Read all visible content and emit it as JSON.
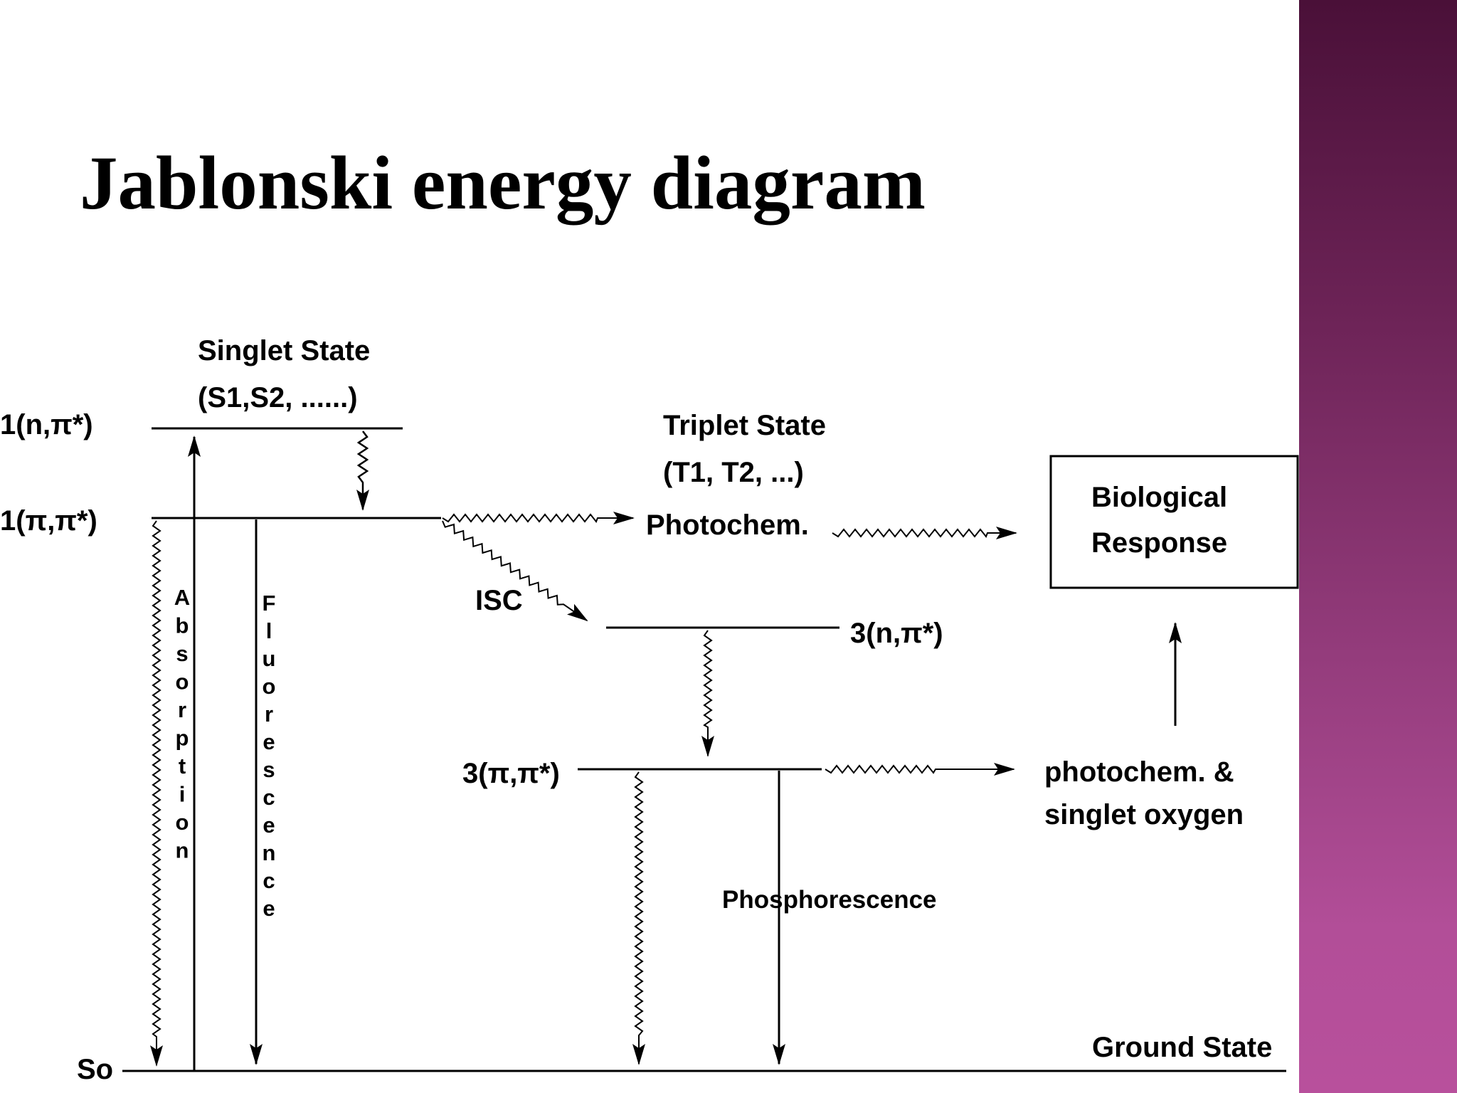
{
  "slide": {
    "title": "Jablonski energy diagram"
  },
  "diagram": {
    "singlet_state": {
      "title": "Singlet State",
      "members": "(S1,S2, ......)"
    },
    "triplet_state": {
      "title": "Triplet State",
      "members": "(T1, T2, ...)"
    },
    "levels": {
      "s_n_pi": "1(n,π*)",
      "s_pi_pi": "1(π,π*)",
      "t_n_pi": "3(n,π*)",
      "t_pi_pi": "3(π,π*)",
      "ground": "So",
      "ground_state": "Ground State"
    },
    "processes": {
      "absorption": "Absorption",
      "fluorescence": "Fluorescence",
      "isc": "ISC",
      "photochem": "Photochem.",
      "phosphorescence": "Phosphorescence"
    },
    "outcomes": {
      "biological_response_line1": "Biological",
      "biological_response_line2": "Response",
      "photochem_line1": "photochem. &",
      "photochem_line2": "singlet oxygen"
    }
  }
}
